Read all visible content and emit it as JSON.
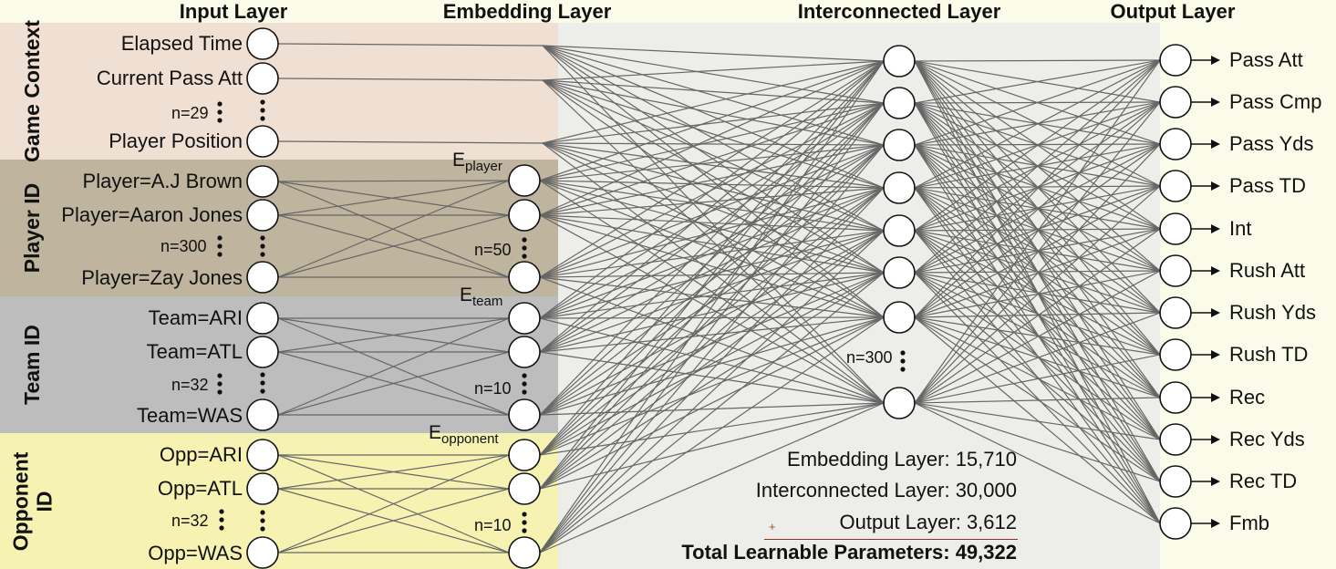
{
  "headers": {
    "input": "Input Layer",
    "embedding": "Embedding Layer",
    "interconnected": "Interconnected Layer",
    "output": "Output Layer"
  },
  "groups": {
    "game_context": "Game Context",
    "player_id": "Player ID",
    "team_id": "Team ID",
    "opponent_id": "Opponent ID"
  },
  "inputs": {
    "game_context": [
      "Elapsed Time",
      "Current Pass Att",
      "Player Position"
    ],
    "game_context_n": "n=29",
    "player": [
      "Player=A.J Brown",
      "Player=Aaron Jones",
      "Player=Zay Jones"
    ],
    "player_n": "n=300",
    "team": [
      "Team=ARI",
      "Team=ATL",
      "Team=WAS"
    ],
    "team_n": "n=32",
    "opponent": [
      "Opp=ARI",
      "Opp=ATL",
      "Opp=WAS"
    ],
    "opponent_n": "n=32"
  },
  "embeddings": {
    "player": {
      "base": "E",
      "sub": "player",
      "n": "n=50"
    },
    "team": {
      "base": "E",
      "sub": "team",
      "n": "n=10"
    },
    "opponent": {
      "base": "E",
      "sub": "opponent",
      "n": "n=10"
    }
  },
  "hidden": {
    "n": "n=300"
  },
  "outputs": [
    "Pass Att",
    "Pass Cmp",
    "Pass Yds",
    "Pass TD",
    "Int",
    "Rush Att",
    "Rush Yds",
    "Rush TD",
    "Rec",
    "Rec Yds",
    "Rec TD",
    "Fmb"
  ],
  "stats": {
    "embedding": "Embedding Layer: 15,710",
    "interconnected": "Interconnected Layer: 30,000",
    "output": "Output Layer: 3,612",
    "plus": "+",
    "total": "Total Learnable Parameters: 49,322"
  },
  "colors": {
    "game_context_band": "#efe0d3",
    "player_band": "#bfb59e",
    "team_band": "#bdbdbd",
    "opponent_band": "#f6f3b2",
    "center_panel": "#ededea",
    "output_panel": "#fbfbe9",
    "edge": "#666666",
    "node_fill": "#ffffff",
    "node_stroke": "#111111"
  }
}
